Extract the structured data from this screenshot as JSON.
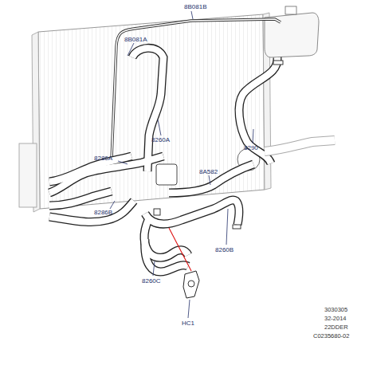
{
  "diagram": {
    "labels": [
      "8B081B",
      "8B081A",
      "8260A",
      "8290",
      "8286A",
      "8A582",
      "8286B",
      "8260B",
      "8260C",
      "HC1",
      "3030305",
      "32-2014",
      "22DDER",
      "C0235680-02"
    ]
  }
}
